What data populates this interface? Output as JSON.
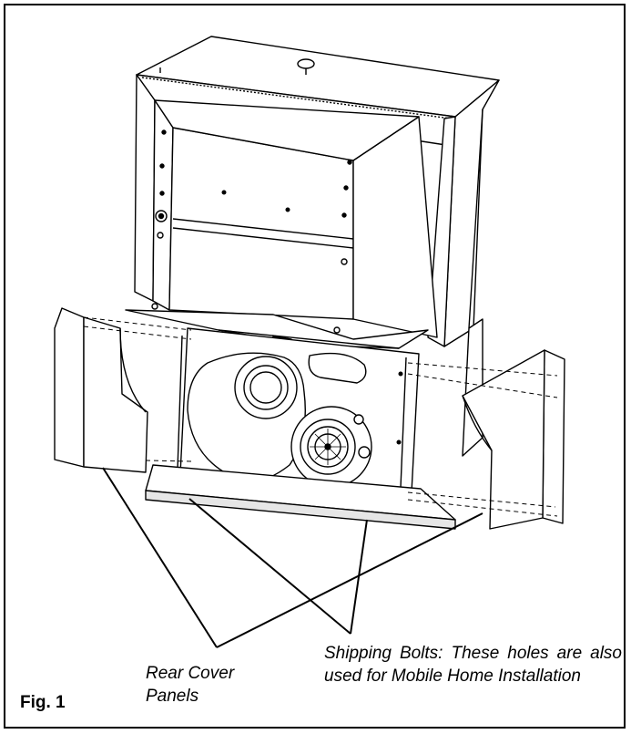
{
  "figure": {
    "label": "Fig. 1"
  },
  "callouts": {
    "rear_cover_panels": "Rear Cover Panels",
    "shipping_bolts": "Shipping Bolts: These holes are also used for Mobile Home Installation"
  },
  "colors": {
    "line": "#000000",
    "background": "#ffffff",
    "shade": "#e6e6e6"
  }
}
